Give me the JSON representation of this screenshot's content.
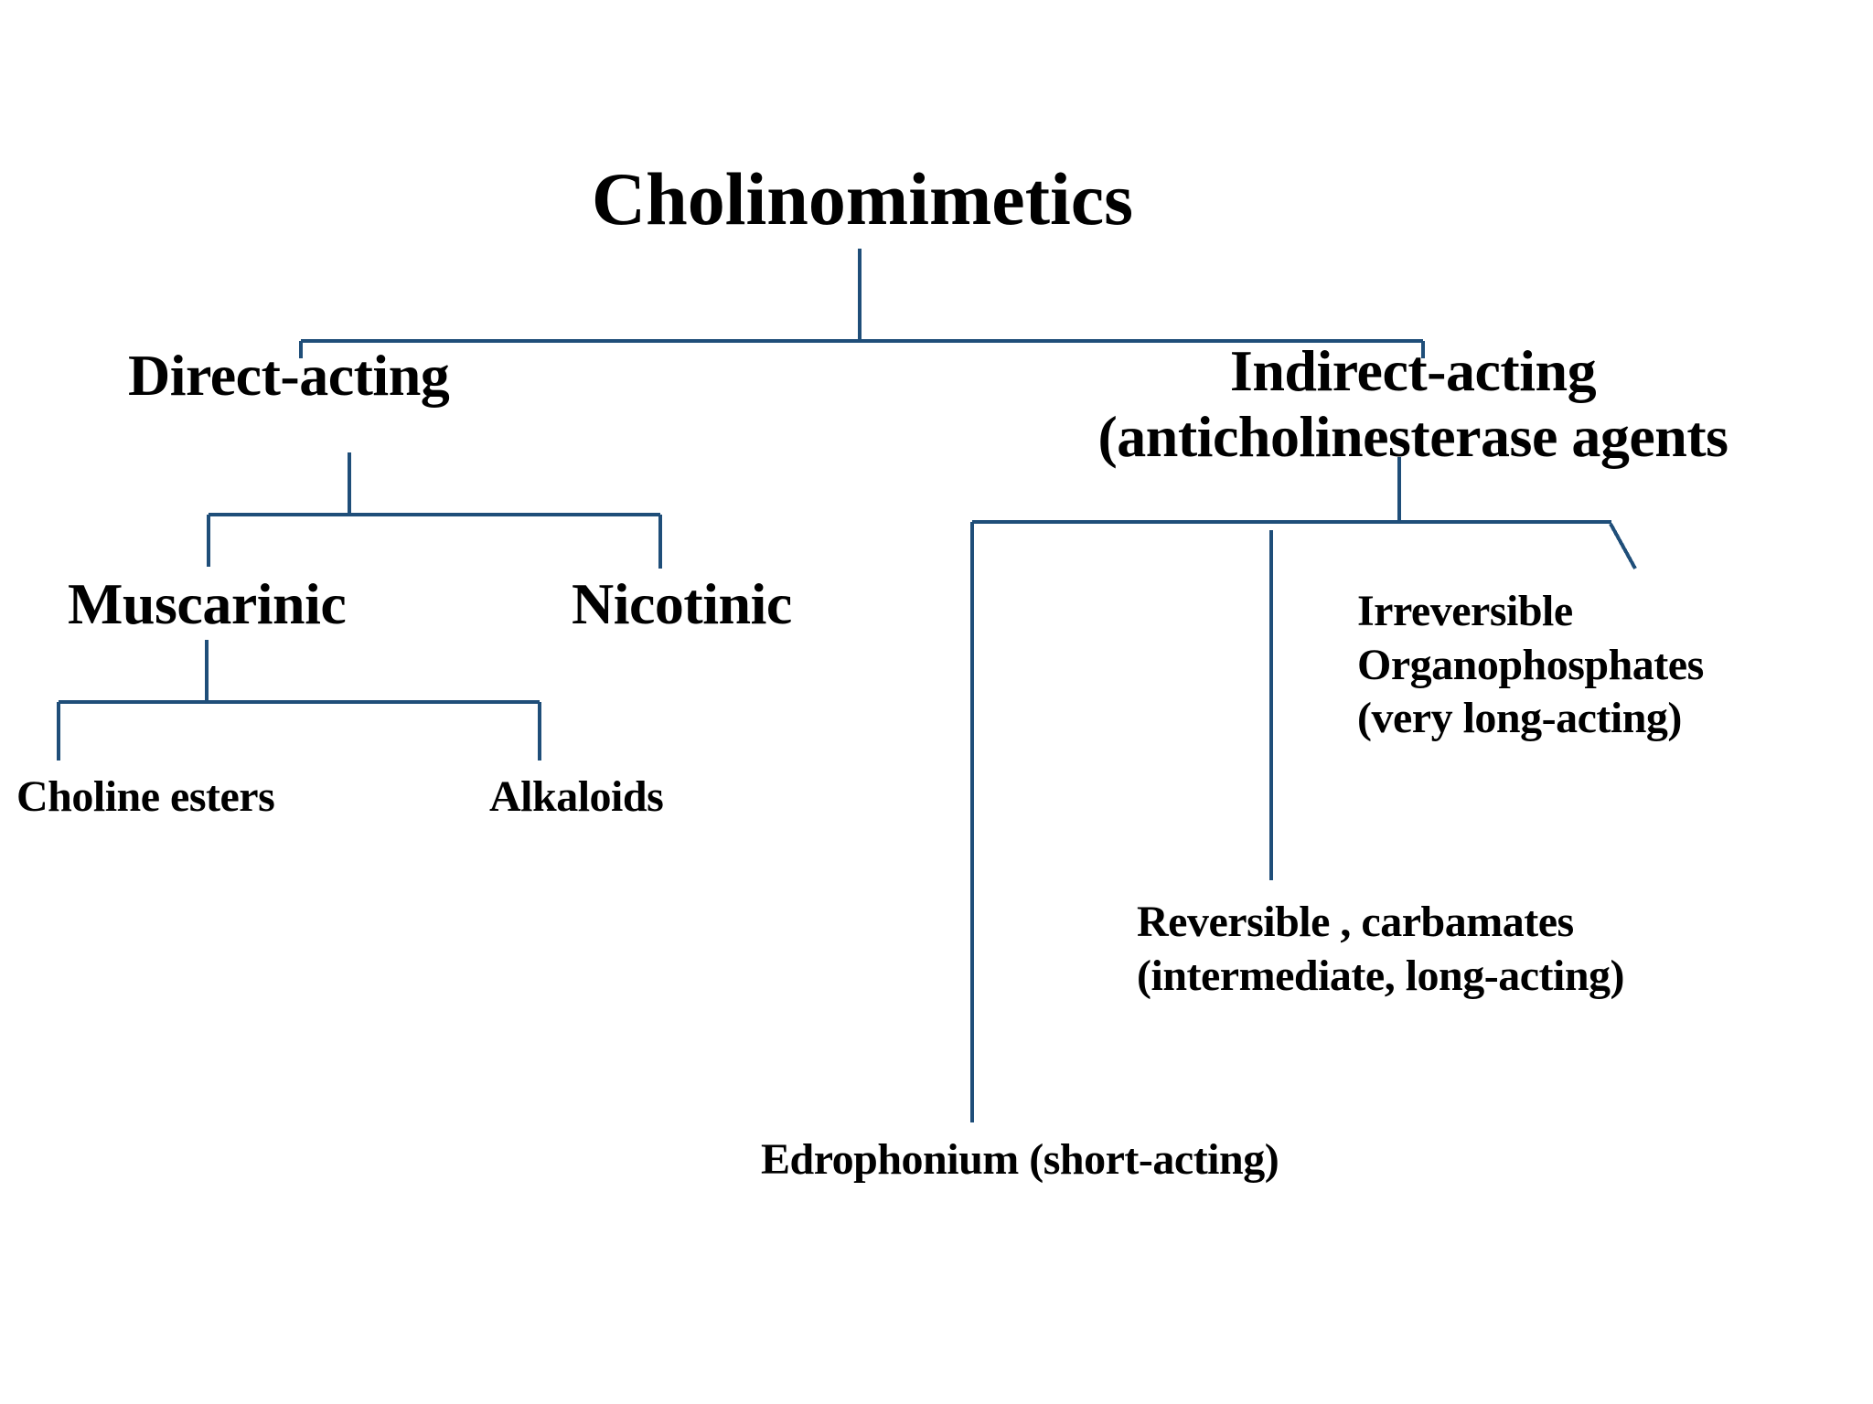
{
  "diagram": {
    "title": "Cholinomimetics",
    "type": "hierarchy-tree",
    "line_color": "#1F4E79",
    "text_color": "#000000",
    "background_color": "#FFFFFF",
    "nodes": {
      "root": "Cholinomimetics",
      "direct_acting": "Direct-acting",
      "indirect_acting_line1": "Indirect-acting",
      "indirect_acting_line2": "(anticholinesterase agents",
      "muscarinic": "Muscarinic",
      "nicotinic": "Nicotinic",
      "choline_esters": "Choline esters",
      "alkaloids": "Alkaloids",
      "irreversible_line1": "Irreversible",
      "irreversible_line2": "Organophosphates",
      "irreversible_line3": "(very long-acting)",
      "reversible_line1": "Reversible , carbamates",
      "reversible_line2": "(intermediate, long-acting)",
      "edrophonium": "Edrophonium (short-acting)"
    }
  }
}
